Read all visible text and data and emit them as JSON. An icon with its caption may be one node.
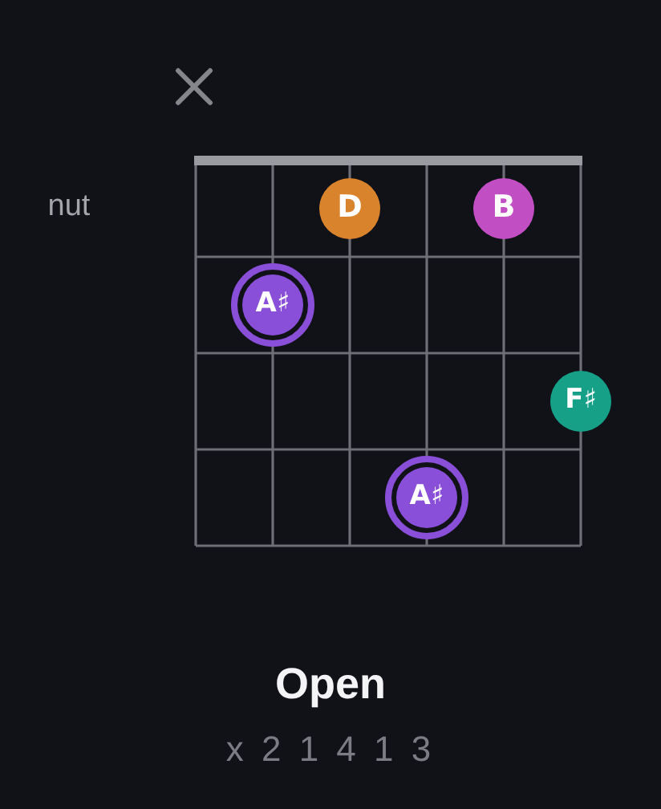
{
  "diagram": {
    "title": "Open",
    "nodes": [
      {
        "text": [
          "D"
        ]
      },
      {
        "text": [
          "B"
        ]
      },
      {
        "text": [
          "A♯"
        ]
      },
      {
        "text": [
          "F♯"
        ]
      },
      {
        "text": [
          "A♯"
        ]
      }
    ],
    "labels": [
      "nut",
      "x 2 1 4 1 3"
    ]
  }
}
